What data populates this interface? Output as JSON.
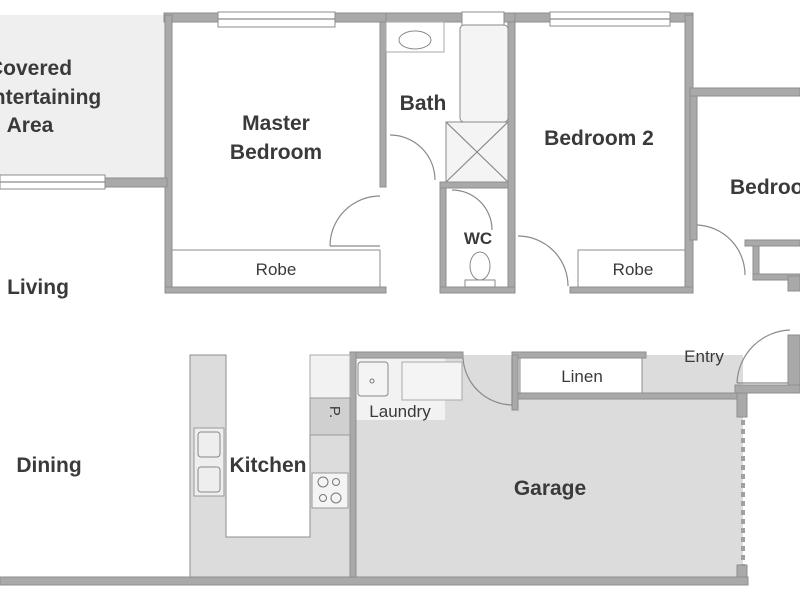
{
  "plan": {
    "rooms": {
      "covered_line1": "Covered",
      "covered_line2": "Entertaining",
      "covered_line3": "Area",
      "master_line1": "Master",
      "master_line2": "Bedroom",
      "bath": "Bath",
      "wc": "WC",
      "bedroom2": "Bedroom 2",
      "bedroom3": "Bedroom",
      "living": "Living",
      "dining": "Dining",
      "kitchen": "Kitchen",
      "garage": "Garage",
      "entry": "Entry"
    },
    "fixtures": {
      "robe_master": "Robe",
      "robe_bed2": "Robe",
      "linen": "Linen",
      "laundry": "Laundry",
      "pantry": "P."
    },
    "colors": {
      "wall": "#a9a9a9",
      "covered_fill": "#efefef",
      "garage_fill": "#dcdcdc"
    }
  }
}
